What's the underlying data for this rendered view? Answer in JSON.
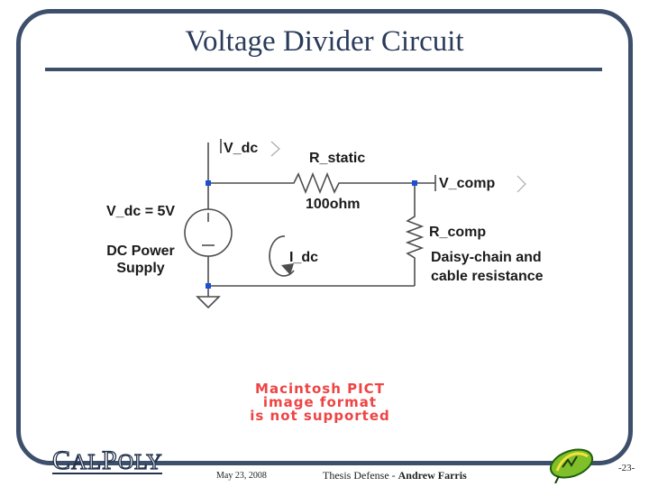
{
  "slide": {
    "title": "Voltage Divider Circuit"
  },
  "circuit": {
    "node_vdc": "V_dc",
    "resistor_name": "R_static",
    "resistor_value": "100ohm",
    "node_vcomp": "V_comp",
    "source_value": "V_dc = 5V",
    "source_desc_line1": "DC Power",
    "source_desc_line2": "Supply",
    "current_label": "I_dc",
    "load_name": "R_comp",
    "load_desc_line1": "Daisy-chain and",
    "load_desc_line2": "cable resistance"
  },
  "placeholder": {
    "line1": "Macintosh PICT",
    "line2": "image format",
    "line3": "is not supported"
  },
  "footer": {
    "logo_c": "C",
    "logo_al": "AL",
    "logo_p": "P",
    "logo_oly": "OLY",
    "date": "May 23, 2008",
    "thesis": "Thesis Defense - ",
    "author": "Andrew Farris",
    "page": "-23-"
  },
  "colors": {
    "frame": "#3d4f6b",
    "title": "#2a3b5a",
    "wire": "#4d4d4d",
    "node": "#1f4fd1",
    "placeholder_text": "#e44"
  },
  "icons": {
    "badge": "czc-logo-icon"
  }
}
